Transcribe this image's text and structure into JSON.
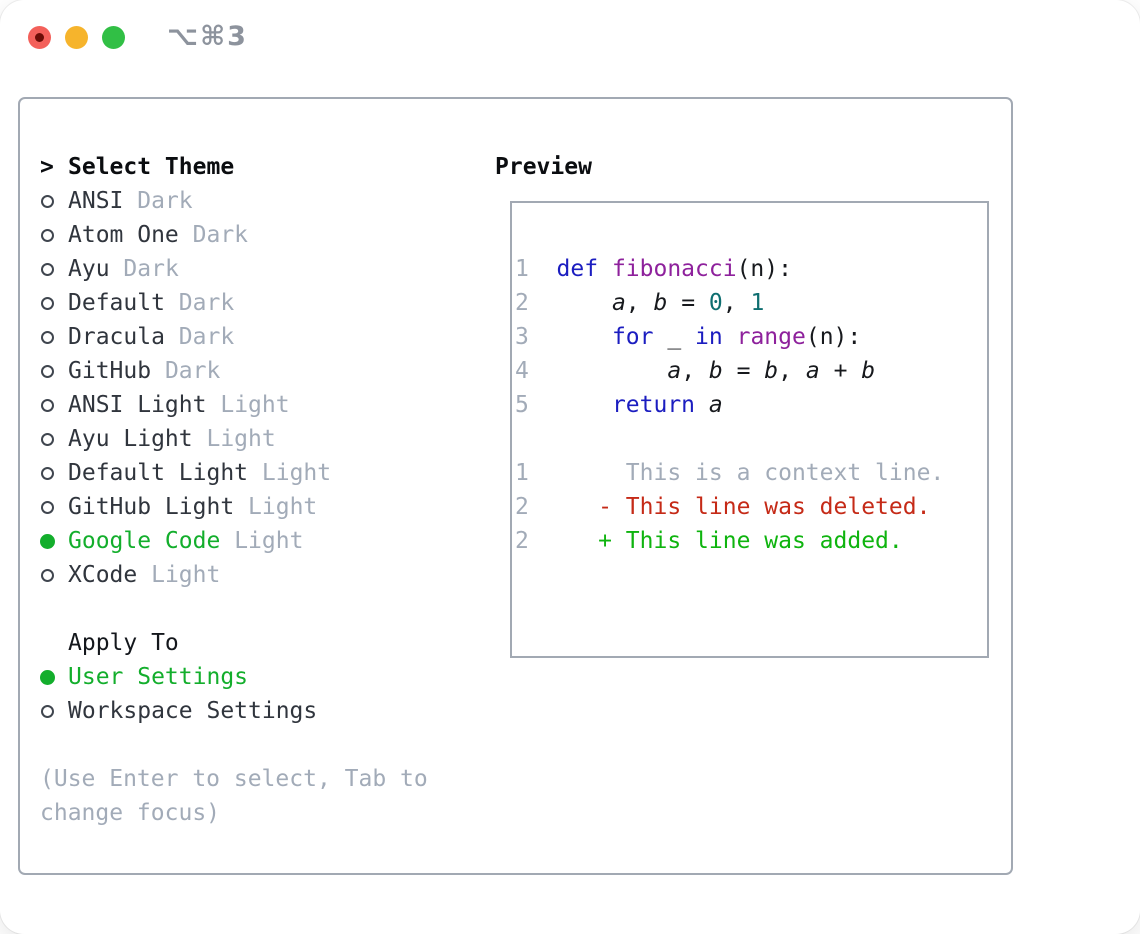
{
  "window": {
    "title": "⌥⌘3",
    "traffic_lights": [
      "close-button",
      "minimize-button",
      "zoom-button"
    ]
  },
  "theme_list": {
    "prompt": ">",
    "header": "Select Theme",
    "items": [
      {
        "name": "ANSI",
        "variant": "Dark",
        "selected": false
      },
      {
        "name": "Atom One",
        "variant": "Dark",
        "selected": false
      },
      {
        "name": "Ayu",
        "variant": "Dark",
        "selected": false
      },
      {
        "name": "Default",
        "variant": "Dark",
        "selected": false
      },
      {
        "name": "Dracula",
        "variant": "Dark",
        "selected": false
      },
      {
        "name": "GitHub",
        "variant": "Dark",
        "selected": false
      },
      {
        "name": "ANSI Light",
        "variant": "Light",
        "selected": false
      },
      {
        "name": "Ayu Light",
        "variant": "Light",
        "selected": false
      },
      {
        "name": "Default Light",
        "variant": "Light",
        "selected": false
      },
      {
        "name": "GitHub Light",
        "variant": "Light",
        "selected": false
      },
      {
        "name": "Google Code",
        "variant": "Light",
        "selected": true
      },
      {
        "name": "XCode",
        "variant": "Light",
        "selected": false
      }
    ]
  },
  "apply_to": {
    "header": "Apply To",
    "options": [
      {
        "label": "User Settings",
        "selected": true
      },
      {
        "label": "Workspace Settings",
        "selected": false
      }
    ]
  },
  "hint": {
    "lines": [
      "(Use Enter to select, Tab to",
      "change focus)"
    ]
  },
  "preview": {
    "header": "Preview",
    "code_lines": [
      {
        "no": "1",
        "segments": [
          {
            "t": "def ",
            "c": "kw"
          },
          {
            "t": "fibonacci",
            "c": "fn"
          },
          {
            "t": "(n):",
            "c": "pl"
          }
        ]
      },
      {
        "no": "2",
        "segments": [
          {
            "t": "    ",
            "c": "pl"
          },
          {
            "t": "a",
            "c": "var"
          },
          {
            "t": ", ",
            "c": "pl"
          },
          {
            "t": "b",
            "c": "var"
          },
          {
            "t": " = ",
            "c": "pl"
          },
          {
            "t": "0",
            "c": "num"
          },
          {
            "t": ", ",
            "c": "pl"
          },
          {
            "t": "1",
            "c": "num"
          }
        ]
      },
      {
        "no": "3",
        "segments": [
          {
            "t": "    ",
            "c": "pl"
          },
          {
            "t": "for",
            "c": "kw"
          },
          {
            "t": " _ ",
            "c": "pl"
          },
          {
            "t": "in",
            "c": "kw"
          },
          {
            "t": " ",
            "c": "pl"
          },
          {
            "t": "range",
            "c": "fn"
          },
          {
            "t": "(n):",
            "c": "pl"
          }
        ]
      },
      {
        "no": "4",
        "segments": [
          {
            "t": "        ",
            "c": "pl"
          },
          {
            "t": "a",
            "c": "var"
          },
          {
            "t": ", ",
            "c": "pl"
          },
          {
            "t": "b",
            "c": "var"
          },
          {
            "t": " = ",
            "c": "pl"
          },
          {
            "t": "b",
            "c": "var"
          },
          {
            "t": ", ",
            "c": "pl"
          },
          {
            "t": "a",
            "c": "var"
          },
          {
            "t": " + ",
            "c": "pl"
          },
          {
            "t": "b",
            "c": "var"
          }
        ]
      },
      {
        "no": "5",
        "segments": [
          {
            "t": "    ",
            "c": "pl"
          },
          {
            "t": "return",
            "c": "kw"
          },
          {
            "t": " ",
            "c": "pl"
          },
          {
            "t": "a",
            "c": "var"
          }
        ]
      }
    ],
    "diff_lines": [
      {
        "no": "1",
        "marker": " ",
        "text": "This is a context line.",
        "color": "muted"
      },
      {
        "no": "2",
        "marker": "-",
        "text": "This line was deleted.",
        "color": "red"
      },
      {
        "no": "2",
        "marker": "+",
        "text": "This line was added.",
        "color": "green"
      }
    ]
  },
  "colors": {
    "selection_green": "#13ae2c",
    "diff_green": "#0fb40f",
    "diff_red": "#c52a17",
    "keyword_blue": "#1b1dc0",
    "function_purple": "#8e219c",
    "number_teal": "#0e6e70",
    "muted_gray": "#a2abb8",
    "border_gray": "#a2a9b3"
  }
}
